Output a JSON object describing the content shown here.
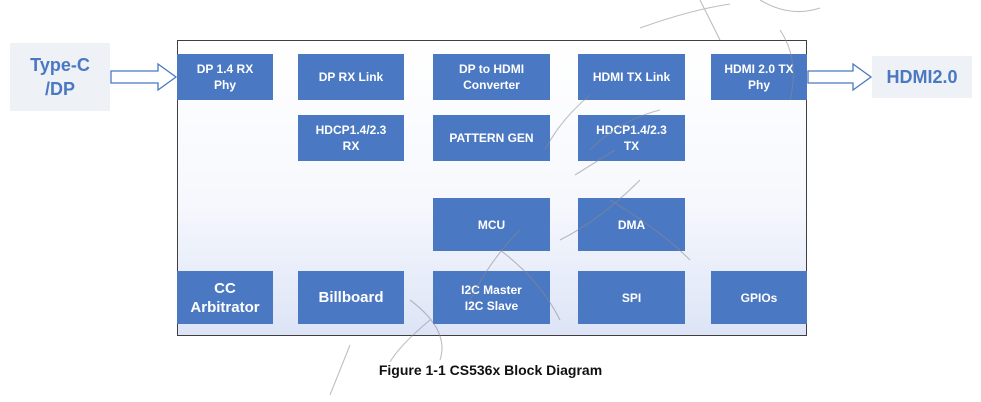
{
  "diagram": {
    "inputs": {
      "left": "Type-C\n/DP",
      "right": "HDMI2.0"
    },
    "blocks": {
      "dp_rx_phy": "DP 1.4 RX\nPhy",
      "dp_rx_link": "DP RX Link",
      "dp_to_hdmi": "DP to HDMI\nConverter",
      "hdmi_tx_link": "HDMI TX Link",
      "hdmi_tx_phy": "HDMI 2.0 TX\nPhy",
      "hdcp_rx": "HDCP1.4/2.3\nRX",
      "pattern_gen": "PATTERN GEN",
      "hdcp_tx": "HDCP1.4/2.3\nTX",
      "mcu": "MCU",
      "dma": "DMA",
      "cc_arbitrator": "CC\nArbitrator",
      "billboard": "Billboard",
      "i2c": "I2C Master\nI2C Slave",
      "spi": "SPI",
      "gpios": "GPIOs"
    },
    "caption": "Figure 1-1 CS536x Block Diagram"
  },
  "colors": {
    "block_fill": "#4a78c2",
    "block_text": "#ffffff",
    "external_fill": "#eef1f5",
    "external_text": "#4a78c2",
    "chip_border": "#3f3f3f"
  }
}
